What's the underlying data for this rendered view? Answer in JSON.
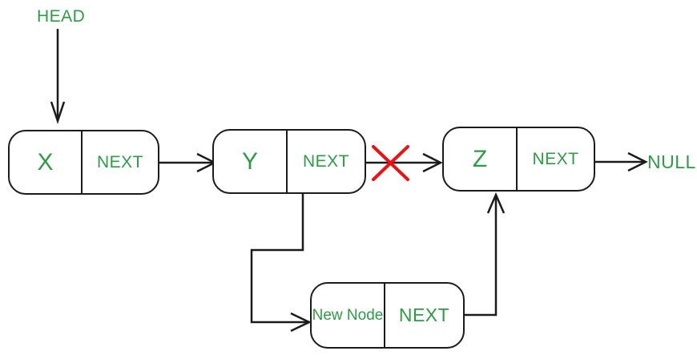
{
  "diagram": {
    "labels": {
      "head": "HEAD",
      "null": "NULL"
    },
    "nodes": [
      {
        "data": "X",
        "pointer": "NEXT"
      },
      {
        "data": "Y",
        "pointer": "NEXT"
      },
      {
        "data": "Z",
        "pointer": "NEXT"
      },
      {
        "data": "New Node",
        "pointer": "NEXT"
      }
    ],
    "connections": [
      {
        "from": "HEAD",
        "to": "X",
        "status": "active"
      },
      {
        "from": "X.NEXT",
        "to": "Y",
        "status": "active"
      },
      {
        "from": "Y.NEXT",
        "to": "Z",
        "status": "crossed-out"
      },
      {
        "from": "Z.NEXT",
        "to": "NULL",
        "status": "active"
      },
      {
        "from": "Y.NEXT",
        "to": "New Node",
        "status": "active"
      },
      {
        "from": "New Node.NEXT",
        "to": "Z",
        "status": "active"
      }
    ],
    "colors": {
      "text_green": "#2E9B47",
      "line_dark": "#1B1B1B",
      "cross_red": "#F01010",
      "background": "#FFFFFF"
    }
  }
}
